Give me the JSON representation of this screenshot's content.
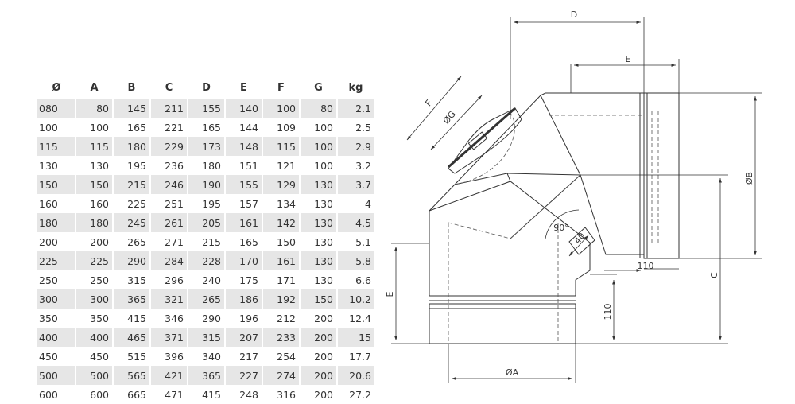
{
  "table": {
    "headers": [
      "Ø",
      "A",
      "B",
      "C",
      "D",
      "E",
      "F",
      "G",
      "kg"
    ],
    "rows": [
      [
        "080",
        "80",
        "145",
        "211",
        "155",
        "140",
        "100",
        "80",
        "2.1"
      ],
      [
        "100",
        "100",
        "165",
        "221",
        "165",
        "144",
        "109",
        "100",
        "2.5"
      ],
      [
        "115",
        "115",
        "180",
        "229",
        "173",
        "148",
        "115",
        "100",
        "2.9"
      ],
      [
        "130",
        "130",
        "195",
        "236",
        "180",
        "151",
        "121",
        "100",
        "3.2"
      ],
      [
        "150",
        "150",
        "215",
        "246",
        "190",
        "155",
        "129",
        "130",
        "3.7"
      ],
      [
        "160",
        "160",
        "225",
        "251",
        "195",
        "157",
        "134",
        "130",
        "4"
      ],
      [
        "180",
        "180",
        "245",
        "261",
        "205",
        "161",
        "142",
        "130",
        "4.5"
      ],
      [
        "200",
        "200",
        "265",
        "271",
        "215",
        "165",
        "150",
        "130",
        "5.1"
      ],
      [
        "225",
        "225",
        "290",
        "284",
        "228",
        "170",
        "161",
        "130",
        "5.8"
      ],
      [
        "250",
        "250",
        "315",
        "296",
        "240",
        "175",
        "171",
        "130",
        "6.6"
      ],
      [
        "300",
        "300",
        "365",
        "321",
        "265",
        "186",
        "192",
        "150",
        "10.2"
      ],
      [
        "350",
        "350",
        "415",
        "346",
        "290",
        "196",
        "212",
        "200",
        "12.4"
      ],
      [
        "400",
        "400",
        "465",
        "371",
        "315",
        "207",
        "233",
        "200",
        "15"
      ],
      [
        "450",
        "450",
        "515",
        "396",
        "340",
        "217",
        "254",
        "200",
        "17.7"
      ],
      [
        "500",
        "500",
        "565",
        "421",
        "365",
        "227",
        "274",
        "200",
        "20.6"
      ],
      [
        "600",
        "600",
        "665",
        "471",
        "415",
        "248",
        "316",
        "200",
        "27.2"
      ]
    ]
  },
  "drawing": {
    "labels": {
      "d": "D",
      "e_top": "E",
      "f": "F",
      "g": "ØG",
      "b": "ØB",
      "angle": "90°",
      "forty": "40",
      "right_110": "110",
      "c": "C",
      "e_left": "E",
      "bottom_110": "110",
      "a": "ØA"
    }
  }
}
